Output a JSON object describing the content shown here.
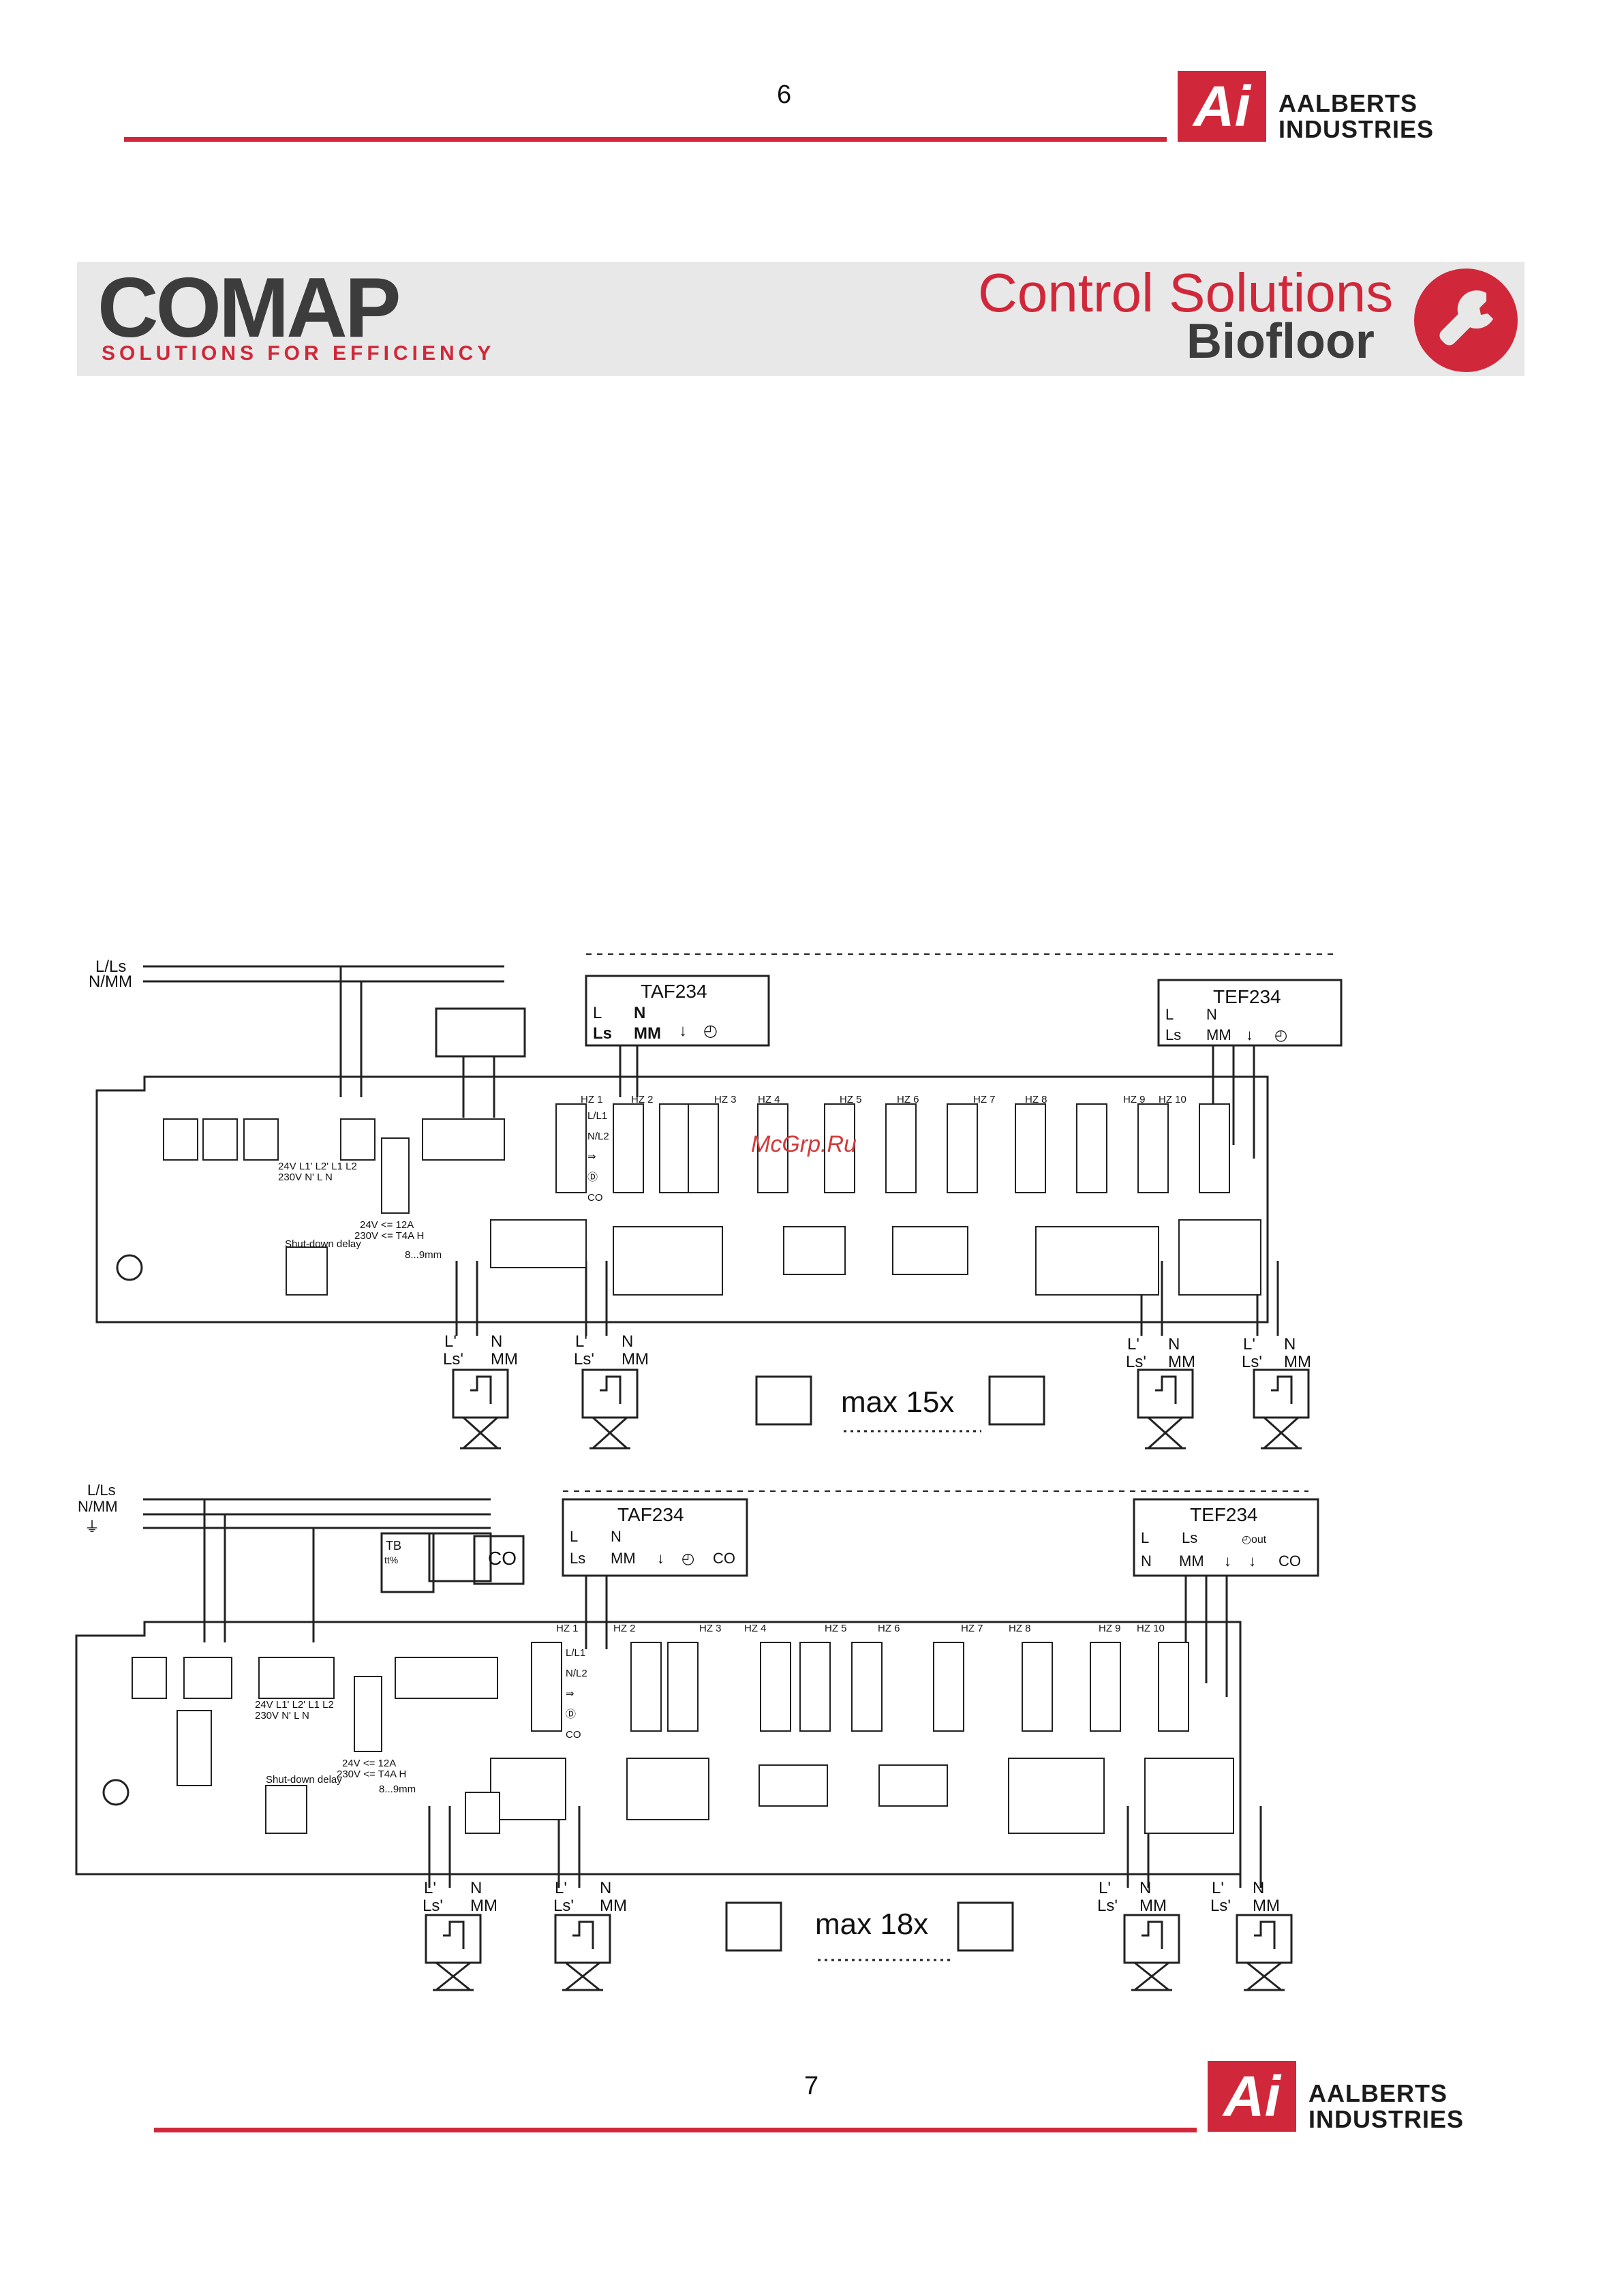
{
  "page_top": {
    "number": "6"
  },
  "page_bottom": {
    "number": "7"
  },
  "aalberts": {
    "logo_letters": "Ai",
    "line1": "AALBERTS",
    "line2": "INDUSTRIES"
  },
  "banner": {
    "brand": "COMAP",
    "tagline": "SOLUTIONS FOR EFFICIENCY",
    "title": "Control Solutions",
    "subtitle": "Biofloor"
  },
  "watermark": "McGrp.Ru",
  "diagram1": {
    "mains": [
      "L/Ls",
      "N/MM"
    ],
    "thermostat_left": {
      "name": "TAF234",
      "terms": [
        "L",
        "N",
        "Ls",
        "MM",
        "↓",
        "◴"
      ]
    },
    "thermostat_right": {
      "name": "TEF234",
      "terms": [
        "L",
        "N",
        "Ls",
        "MM",
        "↓",
        "◴"
      ]
    },
    "zones": [
      "HZ 1",
      "HZ 2",
      "HZ 3",
      "HZ 4",
      "HZ 5",
      "HZ 6",
      "HZ 7",
      "HZ 8",
      "HZ 9",
      "HZ 10"
    ],
    "row_labels": [
      "L/L1",
      "N/L2",
      "⇒",
      "Ⓓ",
      "CO"
    ],
    "power_labels": [
      "24V L1' L2' L1 L2",
      "230V N' L N"
    ],
    "fuse": [
      "24V <= 12A",
      "230V <= T4A H"
    ],
    "shutdown": "Shut-down delay",
    "strip": "8...9mm",
    "actuator_labels": [
      "L'",
      "N",
      "Ls'",
      "MM"
    ],
    "max": "max 15x"
  },
  "diagram2": {
    "mains": [
      "L/Ls",
      "N/MM",
      "⏚"
    ],
    "thermostat_left": {
      "name": "TAF234",
      "terms": [
        "L",
        "N",
        "Ls",
        "MM",
        "↓",
        "◴",
        "CO"
      ]
    },
    "thermostat_right": {
      "name": "TEF234",
      "terms": [
        "L",
        "Ls",
        "◴out",
        "N",
        "MM",
        "↓",
        "↓",
        "CO"
      ]
    },
    "aux": [
      "TB",
      "tt%",
      "CO"
    ],
    "zones": [
      "HZ 1",
      "HZ 2",
      "HZ 3",
      "HZ 4",
      "HZ 5",
      "HZ 6",
      "HZ 7",
      "HZ 8",
      "HZ 9",
      "HZ 10"
    ],
    "row_labels": [
      "L/L1",
      "N/L2",
      "⇒",
      "Ⓓ",
      "CO"
    ],
    "power_labels": [
      "24V L1' L2' L1 L2",
      "230V N' L N"
    ],
    "fuse": [
      "24V <= 12A",
      "230V <= T4A H"
    ],
    "shutdown": "Shut-down delay",
    "strip": "8...9mm",
    "actuator_labels": [
      "L'",
      "N",
      "Ls'",
      "MM"
    ],
    "max": "max 18x"
  },
  "colors": {
    "accent": "#d0283a",
    "banner_bg": "#e8e8e8",
    "brand_gray": "#3c3c3c"
  }
}
